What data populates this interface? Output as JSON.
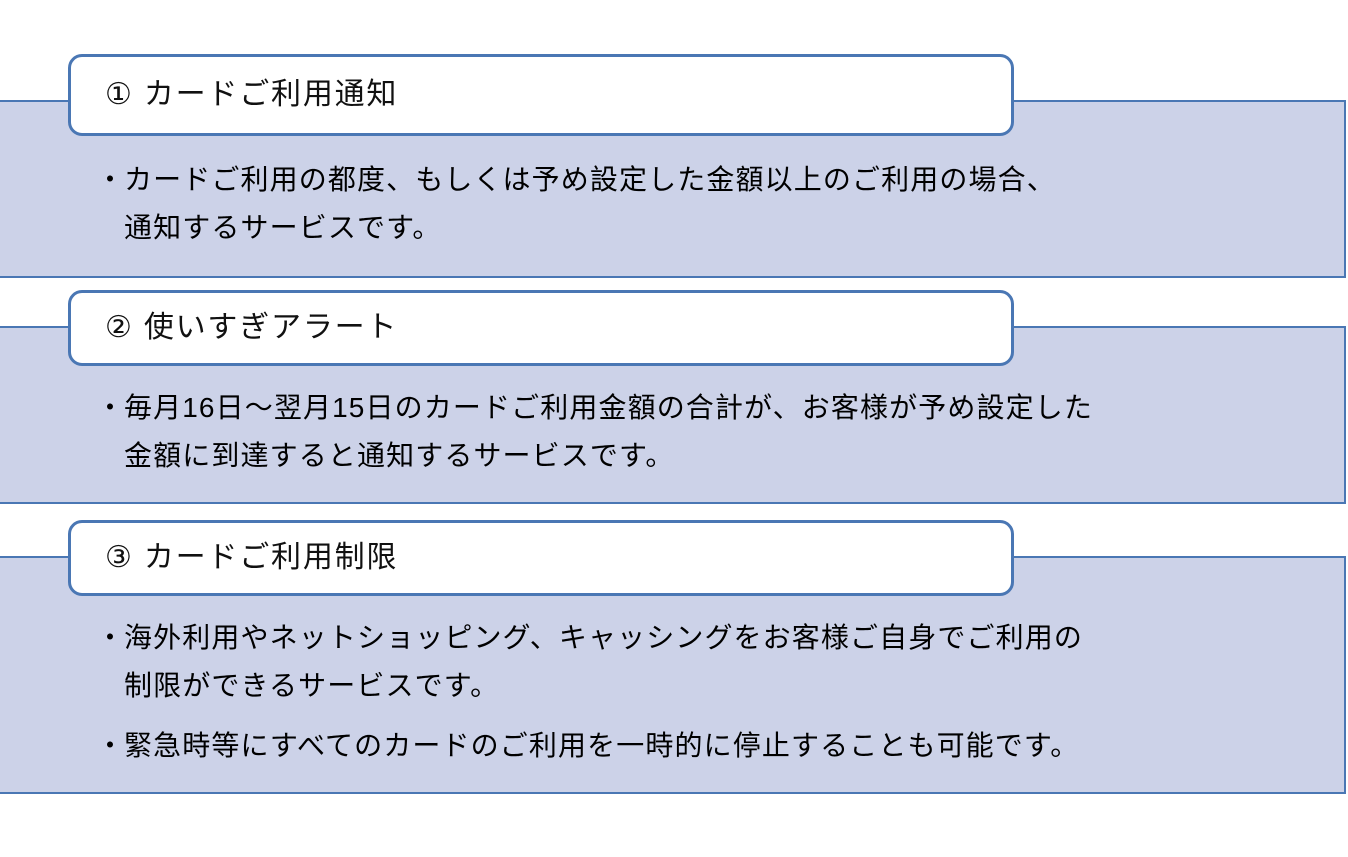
{
  "document": {
    "colors": {
      "panel_fill": "#ccd2e8",
      "panel_border": "#4a77b4",
      "header_fill": "#ffffff",
      "text": "#000000"
    },
    "bullet_mark": "・",
    "sections": [
      {
        "id": "section-1",
        "number": "①",
        "heading": "① カードご利用通知",
        "bullets": [
          {
            "lines": [
              "カードご利用の都度、もしくは予め設定した金額以上のご利用の場合、",
              "通知するサービスです。"
            ]
          }
        ]
      },
      {
        "id": "section-2",
        "number": "②",
        "heading": "② 使いすぎアラート",
        "bullets": [
          {
            "lines": [
              "毎月16日〜翌月15日のカードご利用金額の合計が、お客様が予め設定した",
              "金額に到達すると通知するサービスです。"
            ]
          }
        ]
      },
      {
        "id": "section-3",
        "number": "③",
        "heading": "③ カードご利用制限",
        "bullets": [
          {
            "lines": [
              "海外利用やネットショッピング、キャッシングをお客様ご自身でご利用の",
              "制限ができるサービスです。"
            ]
          },
          {
            "lines": [
              "緊急時等にすべてのカードのご利用を一時的に停止することも可能です。"
            ]
          }
        ]
      }
    ]
  }
}
